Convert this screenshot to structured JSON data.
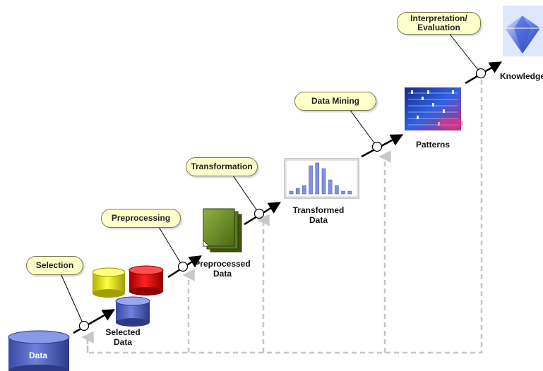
{
  "steps": [
    {
      "id": "selection",
      "label": "Selection"
    },
    {
      "id": "preprocessing",
      "label": "Preprocessing"
    },
    {
      "id": "transformation",
      "label": "Transformation"
    },
    {
      "id": "data_mining",
      "label": "Data Mining"
    },
    {
      "id": "interpretation",
      "label_line1": "Interpretation/",
      "label_line2": "Evaluation"
    }
  ],
  "stages": {
    "data": "Data",
    "selected_line1": "Selected",
    "selected_line2": "Data",
    "preprocessed_line1": "Preprocessed",
    "preprocessed_line2": "Data",
    "transformed_line1": "Transformed",
    "transformed_line2": "Data",
    "patterns": "Patterns",
    "knowledge": "Knowledge"
  },
  "colors": {
    "data_cylinder": "#4a5cb8",
    "selected_yellow": "#e6e600",
    "selected_red": "#dd0000",
    "selected_blue": "#4a5cb8",
    "preprocessed_green": "#6b8e23",
    "histogram_bar": "#8090e8",
    "callout_fill": "#ffffcc",
    "feedback_dashed": "#c0c0c0"
  },
  "histogram": [
    1,
    2,
    3,
    10,
    11,
    9,
    5,
    3,
    1,
    1
  ]
}
